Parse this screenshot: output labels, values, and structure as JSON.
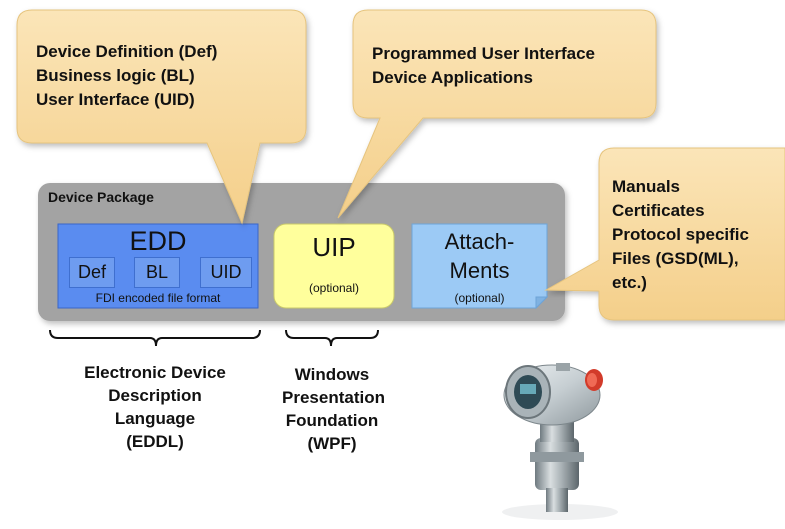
{
  "callouts": {
    "edd": [
      "Device Definition (Def)",
      "Business logic (BL)",
      "User Interface (UID)"
    ],
    "uip": [
      "Programmed User Interface",
      "Device Applications"
    ],
    "attachments": [
      "Manuals",
      "Certificates",
      "Protocol specific",
      "Files (GSD(ML),",
      "etc.)"
    ]
  },
  "package": {
    "label": "Device Package",
    "edd": {
      "title": "EDD",
      "parts": [
        "Def",
        "BL",
        "UID"
      ],
      "format_note": "FDI encoded file format"
    },
    "uip": {
      "title": "UIP",
      "note": "(optional)"
    },
    "attachments": {
      "title_line1": "Attach-",
      "title_line2": "Ments",
      "note": "(optional)"
    }
  },
  "bottom_labels": {
    "eddl": [
      "Electronic Device",
      "Description",
      "Language",
      "(EDDL)"
    ],
    "wpf": [
      "Windows",
      "Presentation",
      "Foundation",
      "(WPF)"
    ]
  },
  "colors": {
    "callout_fill": "#f8dca4",
    "package_fill": "#a3a3a3",
    "edd_fill": "#5a8cf0",
    "uip_fill": "#ffff9c",
    "attachments_fill": "#9ccaf5"
  },
  "image": {
    "name": "pressure-transmitter-device"
  }
}
